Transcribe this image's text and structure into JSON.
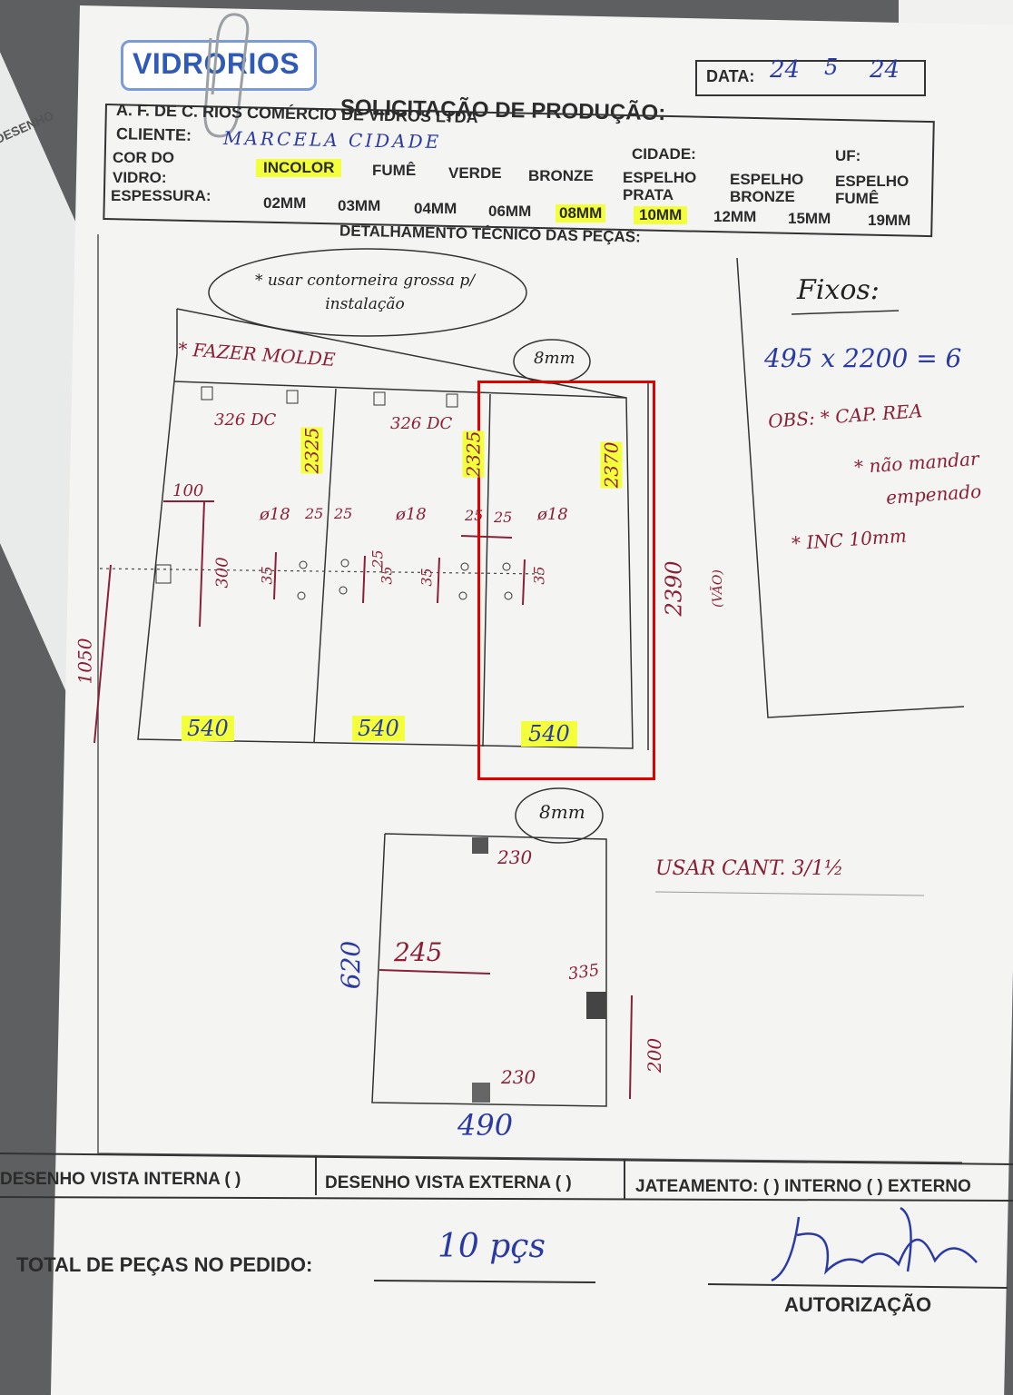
{
  "logo": "VIDRORIOS",
  "date": {
    "label": "DATA:",
    "day": "24",
    "month": "5",
    "year": "24"
  },
  "title": "SOLICITAÇÃO DE PRODUÇÃO:",
  "company": "A. F. DE C. RIOS COMÉRCIO DE VIDROS LTDA",
  "client": {
    "label": "CLIENTE:",
    "value": "MARCELA CIDADE"
  },
  "city_label": "CIDADE:",
  "uf_label": "UF:",
  "glass_color": {
    "label_1": "COR DO",
    "label_2": "VIDRO:",
    "options": [
      "INCOLOR",
      "FUMÊ",
      "VERDE",
      "BRONZE",
      "ESPELHO PRATA",
      "ESPELHO BRONZE",
      "ESPELHO FUMÊ"
    ],
    "highlighted": "INCOLOR"
  },
  "thickness": {
    "label": "ESPESSURA:",
    "options": [
      "02MM",
      "03MM",
      "04MM",
      "06MM",
      "08MM",
      "10MM",
      "12MM",
      "15MM",
      "19MM"
    ],
    "highlighted": [
      "08MM",
      "10MM"
    ]
  },
  "detail_title": "DETALHAMENTO TÉCNICO DAS PEÇAS:",
  "notes": {
    "contour": "* usar contorneira grossa p/ instalação",
    "mold": "* FAZER MOLDE",
    "thickness_top": "8mm",
    "thickness_bottom": "8mm",
    "fixed_title": "Fixos:",
    "fixed_size": "495 x 2200 = 6",
    "obs": "OBS: * CAP. REA",
    "warped": "* não mandar empenado",
    "inc": "* INC 10mm",
    "cant": "USAR CANT. 3/1½"
  },
  "top_drawing": {
    "panel_widths": [
      "540",
      "540",
      "540"
    ],
    "heights": [
      "2325",
      "2325",
      "2370"
    ],
    "gap_labels": [
      "326 DC",
      "326 DC"
    ],
    "hole_label": "ø18",
    "spacing": [
      "25",
      "25",
      "25",
      "25",
      "25"
    ],
    "vertical": [
      "35",
      "35",
      "35",
      "35"
    ],
    "offset": "100",
    "slot": "300",
    "total_height": "2390",
    "span_label": "(VÃO)",
    "handle_height": "1050"
  },
  "bottom_drawing": {
    "height": "620",
    "width": "490",
    "inner": "245",
    "top_hinge": "230",
    "bottom_hinge": "230",
    "side": "335",
    "lower": "200"
  },
  "footer": {
    "internal": "DESENHO VISTA INTERNA ( )",
    "external": "DESENHO VISTA EXTERNA ( )",
    "sandblast": "JATEAMENTO: ( ) INTERNO ( ) EXTERNO",
    "total_label": "TOTAL DE PEÇAS NO PEDIDO:",
    "total_value": "10 pçs",
    "authorization": "AUTORIZAÇÃO"
  },
  "side_sheet_text": "DESENHO",
  "colors": {
    "red_ink": "#8a1f35",
    "blue_ink": "#2b3aa3",
    "highlight": "#f2ff3a",
    "selection_box": "#e00000"
  }
}
